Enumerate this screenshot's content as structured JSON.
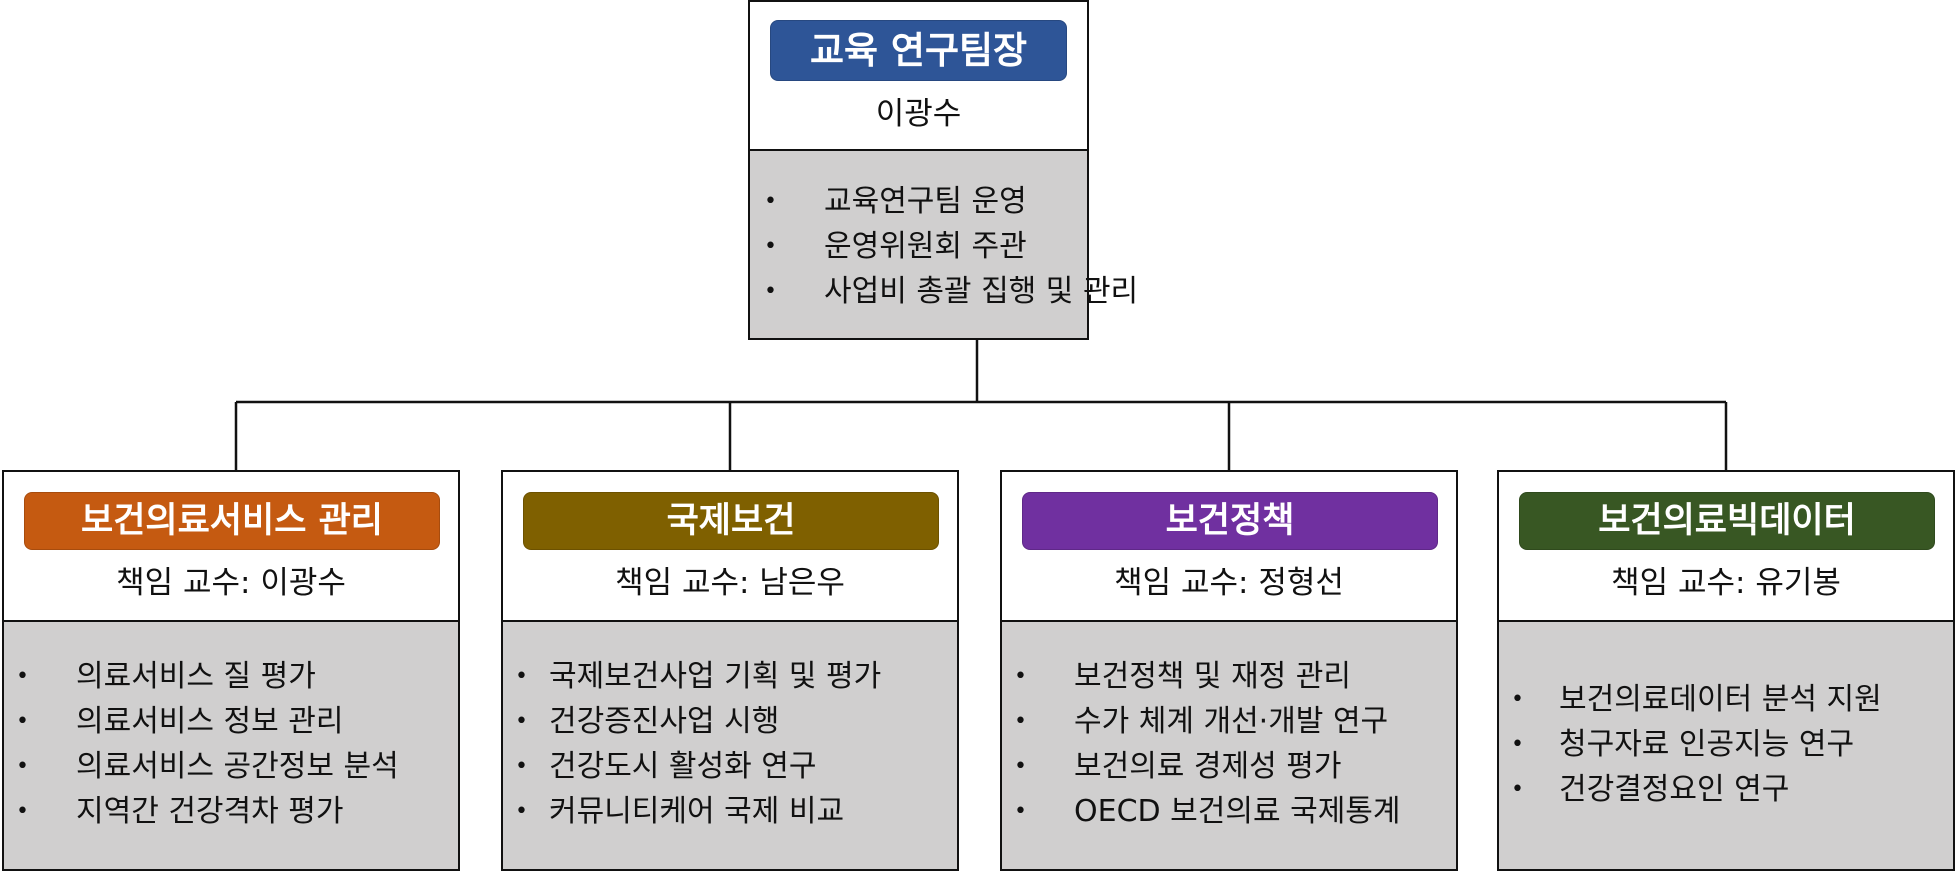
{
  "colors": {
    "lead": "#2e5597",
    "unit_0": "#c55a11",
    "unit_1": "#7f6000",
    "unit_2": "#7030a0",
    "unit_3": "#385723",
    "panel_fill": "#d0cfcf",
    "line": "#111111"
  },
  "lead": {
    "title": "교육 연구팀장",
    "person": "이광수",
    "duties": [
      "교육연구팀 운영",
      "운영위원회 주관",
      "사업비 총괄 집행 및 관리"
    ]
  },
  "units": [
    {
      "title": "보건의료서비스 관리",
      "person": "책임 교수: 이광수",
      "duties": [
        "의료서비스 질 평가",
        "의료서비스 정보 관리",
        "의료서비스 공간정보 분석",
        "지역간 건강격차 평가"
      ]
    },
    {
      "title": "국제보건",
      "person": "책임 교수: 남은우",
      "duties": [
        "국제보건사업 기획 및 평가",
        "건강증진사업 시행",
        "건강도시 활성화 연구",
        "커뮤니티케어 국제 비교"
      ]
    },
    {
      "title": "보건정책",
      "person": "책임 교수: 정형선",
      "duties": [
        "보건정책 및 재정 관리",
        "수가 체계 개선·개발 연구",
        "보건의료 경제성 평가",
        "OECD 보건의료 국제통계"
      ]
    },
    {
      "title": "보건의료빅데이터",
      "person": "책임 교수: 유기봉",
      "duties": [
        "보건의료데이터 분석 지원",
        "청구자료 인공지능 연구",
        "건강결정요인 연구"
      ]
    }
  ],
  "bullet_glyph": "•"
}
